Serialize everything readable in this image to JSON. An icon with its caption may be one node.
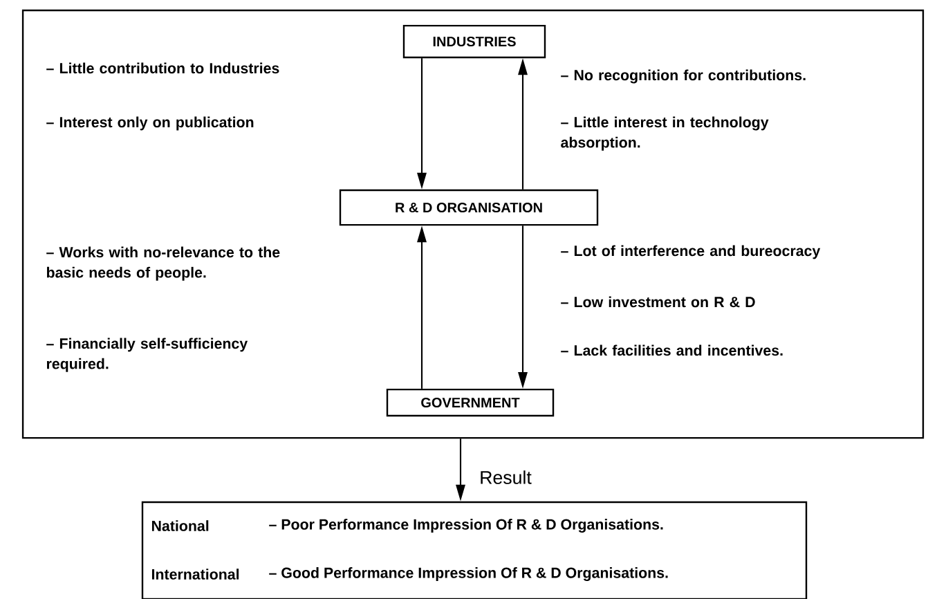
{
  "diagram": {
    "nodes": [
      {
        "text": [],
        "shape": "box"
      },
      {
        "text": [
          "INDUSTRIES"
        ],
        "in": 0
      },
      {
        "text": [
          "R & D ORGANISATION"
        ],
        "in": 0
      },
      {
        "text": [
          "GOVERNMENT"
        ],
        "in": 0
      },
      {
        "text": [
          "National",
          "– Poor Performance Impression Of R & D Organisations.",
          "International",
          "– Good Performance Impression Of R & D Organisations."
        ]
      }
    ],
    "edges": [
      {
        "from": 1,
        "to": 2,
        "arrow": "to"
      },
      {
        "from": 2,
        "to": 1,
        "arrow": "to"
      },
      {
        "from": 3,
        "to": 2,
        "arrow": "to"
      },
      {
        "from": 2,
        "to": 3,
        "arrow": "to"
      },
      {
        "from": 0,
        "to": 4,
        "arrow": "to",
        "label": "Result"
      }
    ],
    "labels": [
      "– Little contribution to Industries",
      "– No recognition for contributions.",
      "– Interest only on publication",
      "– Little interest in technology absorption.",
      "– Works with no-relevance to the basic needs of people.",
      "– Lot of interference and bureocracy",
      "– Low investment on R & D",
      "– Financially self-sufficiency required.",
      "– Lack facilities and incentives."
    ]
  }
}
